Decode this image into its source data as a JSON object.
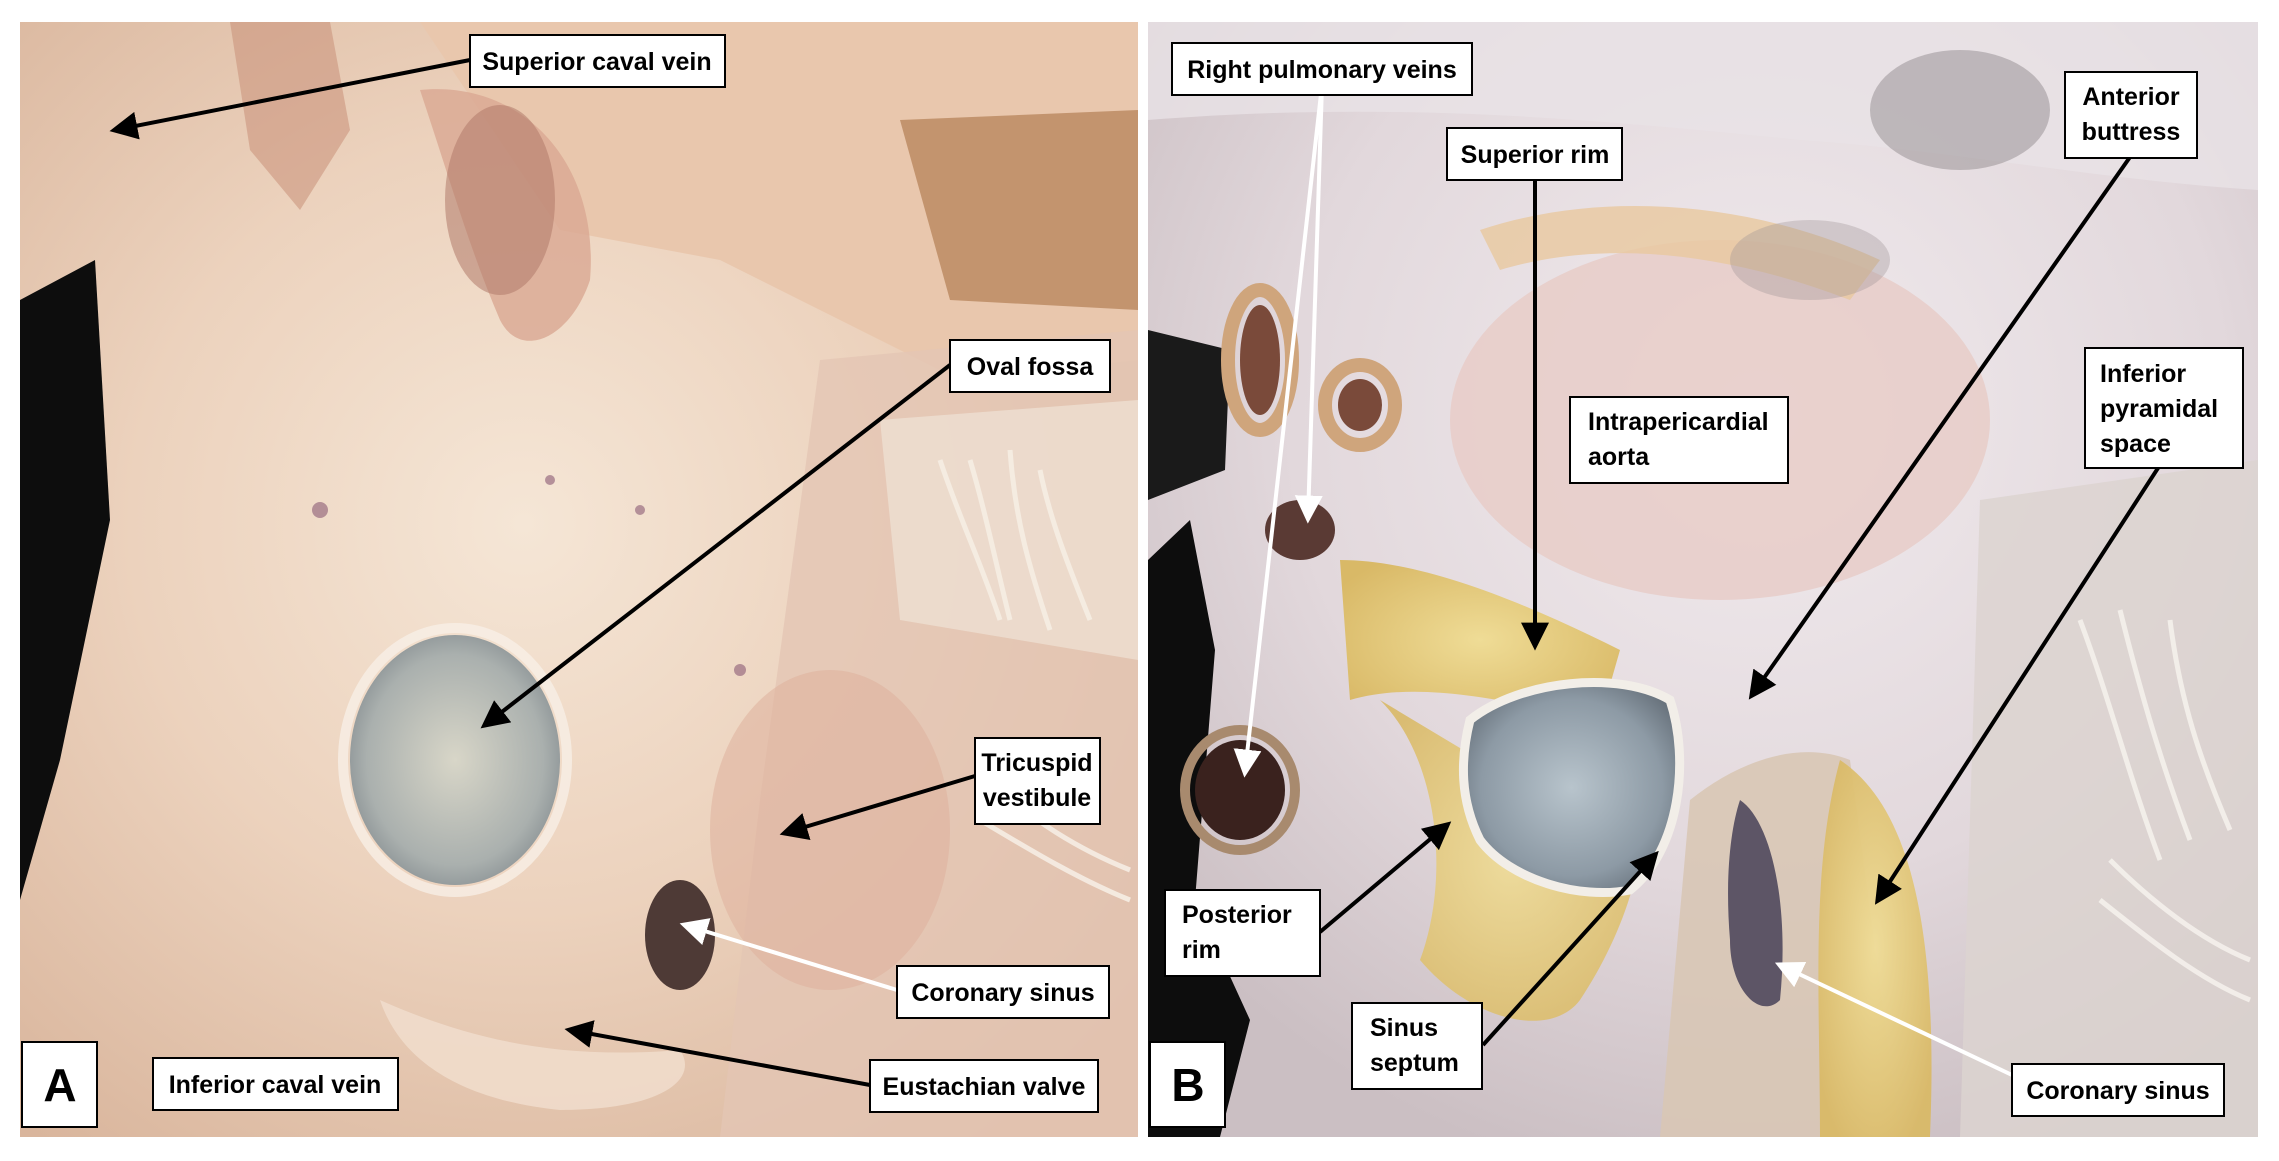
{
  "figure": {
    "panel_a": {
      "letter": "A",
      "labels": {
        "superior_caval_vein": "Superior caval vein",
        "oval_fossa": "Oval fossa",
        "tricuspid_vestibule": [
          "Tricuspid",
          "vestibule"
        ],
        "coronary_sinus": "Coronary sinus",
        "eustachian_valve": "Eustachian valve",
        "inferior_caval_vein": "Inferior caval vein"
      }
    },
    "panel_b": {
      "letter": "B",
      "labels": {
        "right_pulmonary_veins": "Right pulmonary veins",
        "superior_rim": "Superior rim",
        "anterior_buttress": [
          "Anterior",
          "buttress"
        ],
        "intrapericardial_aorta": [
          "Intrapericardial",
          "aorta"
        ],
        "inferior_pyramidal_space": [
          "Inferior",
          "pyramidal",
          "space"
        ],
        "posterior_rim": [
          "Posterior",
          "rim"
        ],
        "sinus_septum": [
          "Sinus",
          "septum"
        ],
        "coronary_sinus": "Coronary sinus"
      }
    },
    "colors": {
      "tissue_light": "#f1dcc8",
      "tissue_pink": "#e6bfa6",
      "tissue_shadow": "#c79a80",
      "fat_yellow": "#e7cf7c",
      "pericardium_gray": "#e5e0e6",
      "background_black": "#0d0d0d",
      "arrow_black": "#000000",
      "arrow_white": "#ffffff",
      "label_box": "#ffffff"
    }
  }
}
